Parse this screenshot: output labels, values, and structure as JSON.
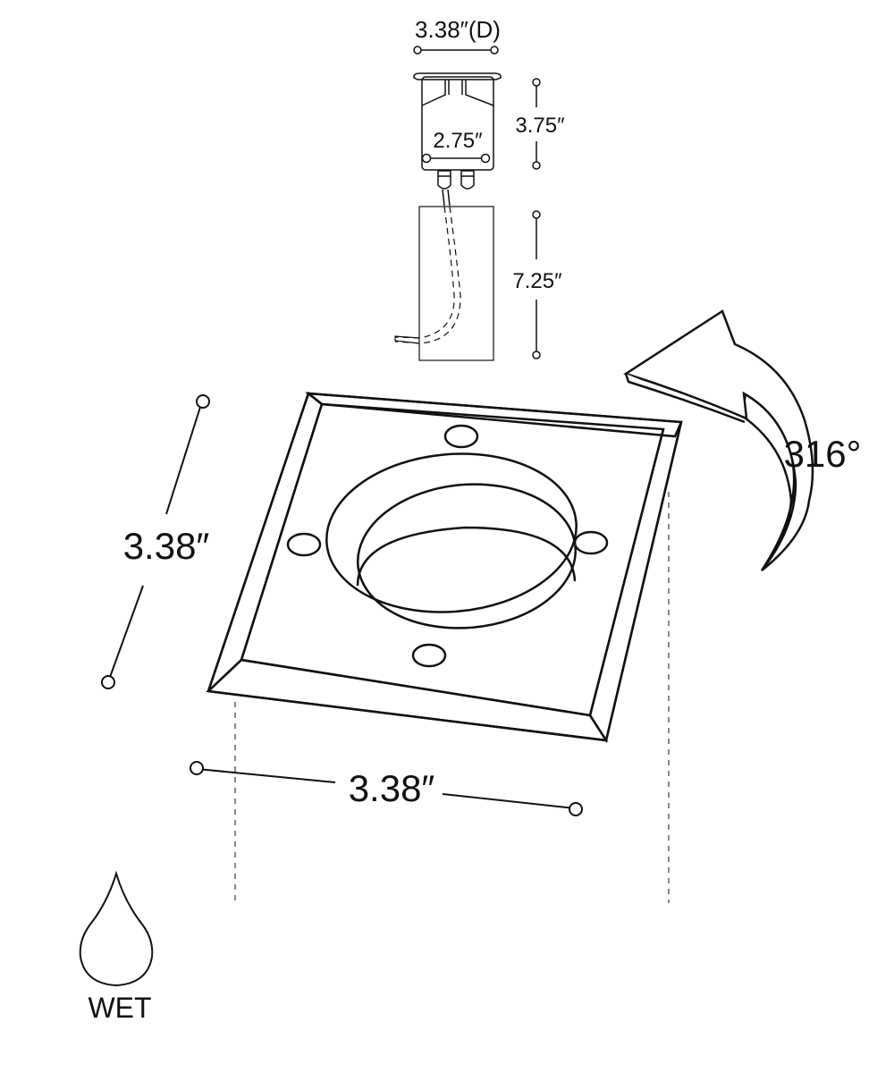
{
  "labels": {
    "diameter_top": "3.38″(D)",
    "housing_height": "3.75″",
    "housing_width": "2.75″",
    "box_height": "7.25″",
    "face_height": "3.38″",
    "face_width": "3.38″",
    "rotation": "316°",
    "wet_rating": "WET"
  }
}
